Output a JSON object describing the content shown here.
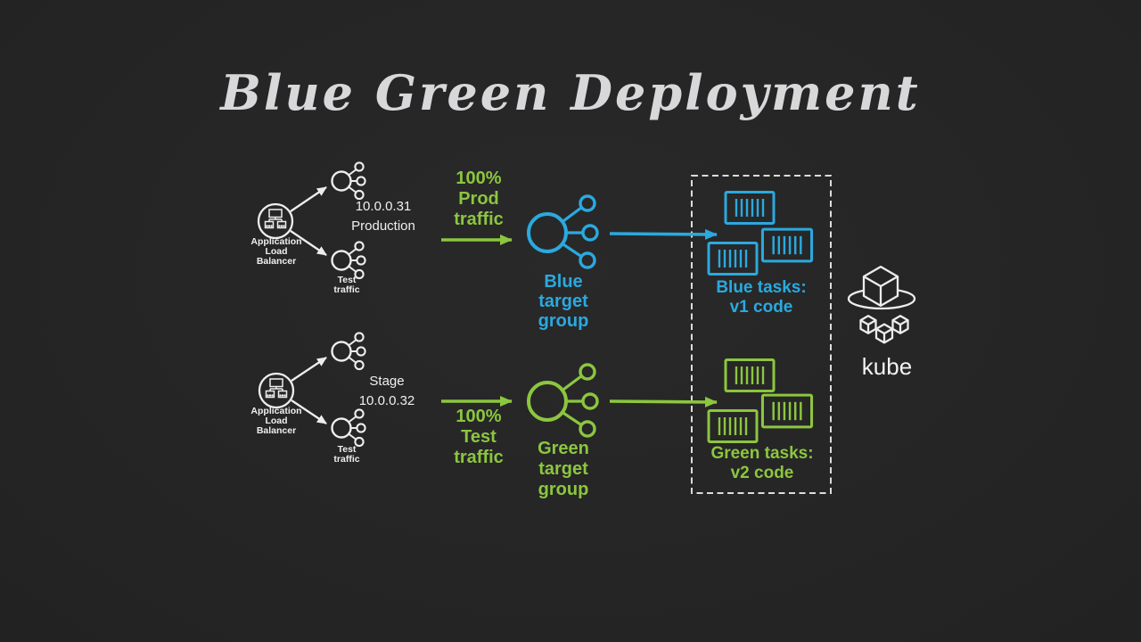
{
  "title": "Blue Green Deployment",
  "colors": {
    "background": "#262626",
    "blue": "#2BA9DF",
    "green": "#8CC63F",
    "icon_white": "#EDEDED",
    "title_text": "#D8D8DA"
  },
  "prod_flow": {
    "load_balancer_label_lines": [
      "Application",
      "Load",
      "Balancer"
    ],
    "prod_node_ip": "10.0.0.31",
    "prod_node_env": "Production",
    "test_node_label_lines": [
      "Test",
      "traffic"
    ],
    "traffic_label_lines": [
      "100%",
      "Prod",
      "traffic"
    ],
    "target_group_label_lines": [
      "Blue",
      "target",
      "group"
    ],
    "tasks_label_lines": [
      "Blue tasks:",
      "v1 code"
    ]
  },
  "stage_flow": {
    "load_balancer_label_lines": [
      "Application",
      "Load",
      "Balancer"
    ],
    "stage_node_env": "Stage",
    "stage_node_ip": "10.0.0.32",
    "test_node_label_lines": [
      "Test",
      "traffic"
    ],
    "traffic_label_lines": [
      "100%",
      "Test",
      "traffic"
    ],
    "target_group_label_lines": [
      "Green",
      "target",
      "group"
    ],
    "tasks_label_lines": [
      "Green tasks:",
      "v2 code"
    ]
  },
  "kubernetes": {
    "label": "kube"
  }
}
